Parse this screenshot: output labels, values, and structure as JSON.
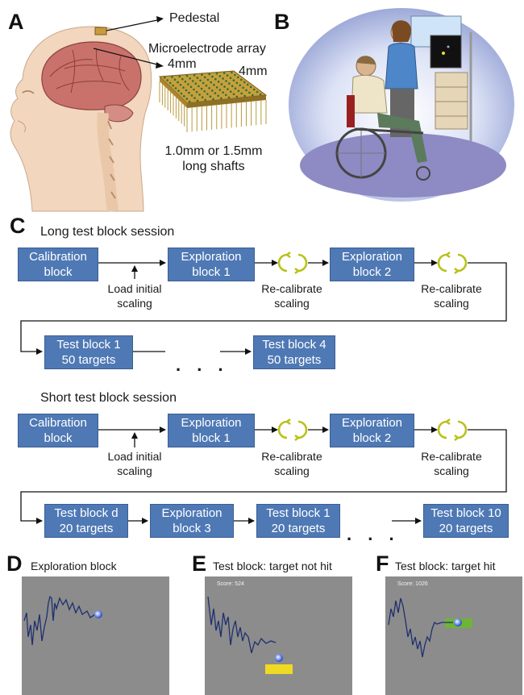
{
  "panels": {
    "a": "A",
    "b": "B",
    "c": "C",
    "d": "D",
    "e": "E",
    "f": "F"
  },
  "panel_a": {
    "pedestal": "Pedestal",
    "array_title": "Microelectrode array",
    "dim1": "4mm",
    "dim2": "4mm",
    "shafts_line1": "1.0mm or 1.5mm",
    "shafts_line2": "long shafts"
  },
  "long_session": {
    "title": "Long test block session",
    "boxes": [
      {
        "line1": "Calibration",
        "line2": "block"
      },
      {
        "line1": "Exploration",
        "line2": "block 1"
      },
      {
        "line1": "Exploration",
        "line2": "block 2"
      },
      {
        "line1": "Test block 1",
        "line2": "50 targets"
      },
      {
        "line1": "Test block 4",
        "line2": "50 targets"
      }
    ],
    "load_line1": "Load initial",
    "load_line2": "scaling",
    "recal1_line1": "Re-calibrate",
    "recal1_line2": "scaling",
    "recal2_line1": "Re-calibrate",
    "recal2_line2": "scaling",
    "dots": ". . ."
  },
  "short_session": {
    "title": "Short test block session",
    "boxes": [
      {
        "line1": "Calibration",
        "line2": "block"
      },
      {
        "line1": "Exploration",
        "line2": "block 1"
      },
      {
        "line1": "Exploration",
        "line2": "block 2"
      },
      {
        "line1": "Test block d",
        "line2": "20 targets"
      },
      {
        "line1": "Exploration",
        "line2": "block 3"
      },
      {
        "line1": "Test block 1",
        "line2": "20 targets"
      },
      {
        "line1": "Test block 10",
        "line2": "20 targets"
      }
    ],
    "load_line1": "Load initial",
    "load_line2": "scaling",
    "recal1_line1": "Re-calibrate",
    "recal1_line2": "scaling",
    "recal2_line1": "Re-calibrate",
    "recal2_line2": "scaling",
    "dots": ". . ."
  },
  "screens": {
    "d_title": "Exploration block",
    "e_title": "Test block: target not hit",
    "f_title": "Test block: target hit",
    "e_score": "Score: 524",
    "f_score": "Score: 1026"
  },
  "colors": {
    "box_fill": "#4f79b5",
    "screen_bg": "#8c8c8c",
    "trace": "#1f2f6e",
    "target_miss": "#f0d923",
    "target_hit": "#6fb33a",
    "recal_icon": "#b8c21b"
  }
}
